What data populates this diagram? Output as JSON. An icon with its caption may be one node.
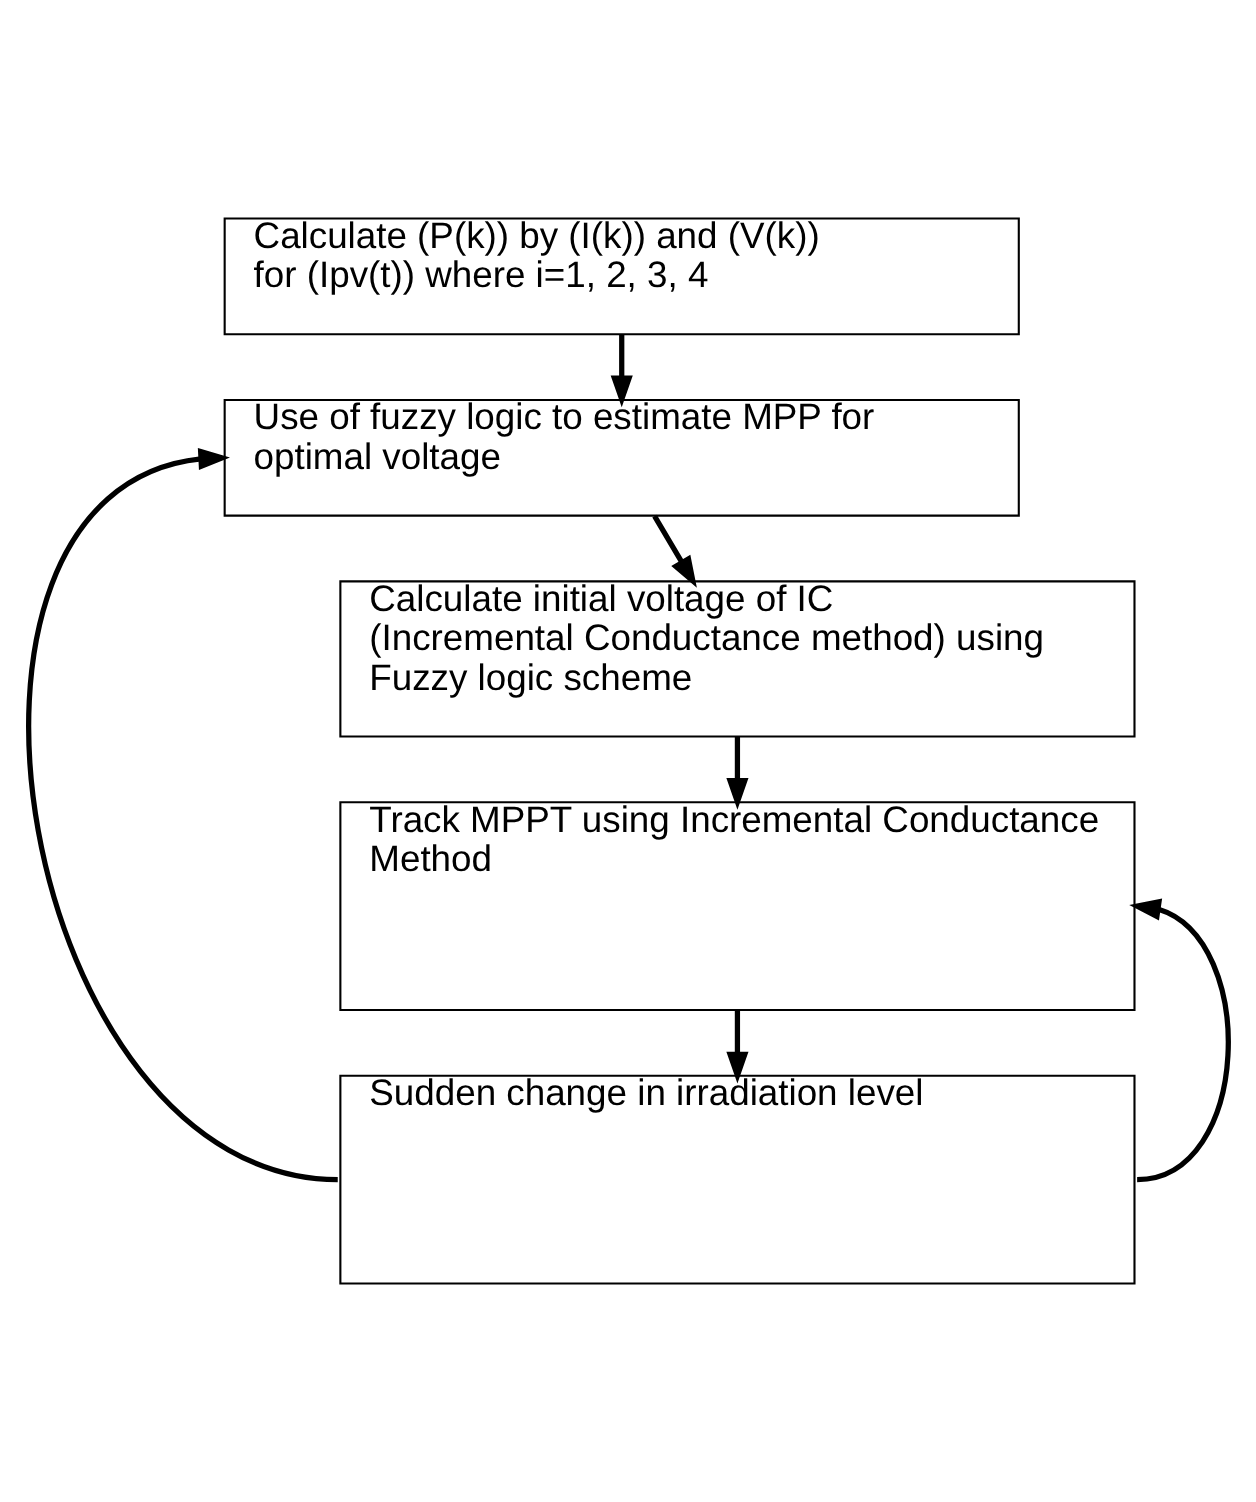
{
  "diagram": {
    "nodes": [
      {
        "text": [
          "Calculate (P(k)) by (I(k)) and (V(k)) for (Ipv(t)) where i=1, 2, 3, 4"
        ]
      },
      {
        "text": [
          "Use of fuzzy logic to estimate MPP for optimal voltage"
        ]
      },
      {
        "text": [
          "Calculate initial voltage of IC (Incremental Conductance method) using Fuzzy logic scheme"
        ]
      },
      {
        "text": [
          "Track MPPT using Incremental Conductance Method"
        ]
      },
      {
        "text": [
          "Sudden change in irradiation level"
        ]
      }
    ],
    "edges": [
      {
        "from": 0,
        "to": 1,
        "arrow": "to"
      },
      {
        "from": 1,
        "to": 2,
        "arrow": "to"
      },
      {
        "from": 2,
        "to": 3,
        "arrow": "to"
      },
      {
        "from": 3,
        "to": 4,
        "arrow": "to"
      },
      {
        "from": 4,
        "to": 1,
        "arrow": "to"
      },
      {
        "from": 4,
        "to": 3,
        "arrow": "to"
      }
    ]
  }
}
